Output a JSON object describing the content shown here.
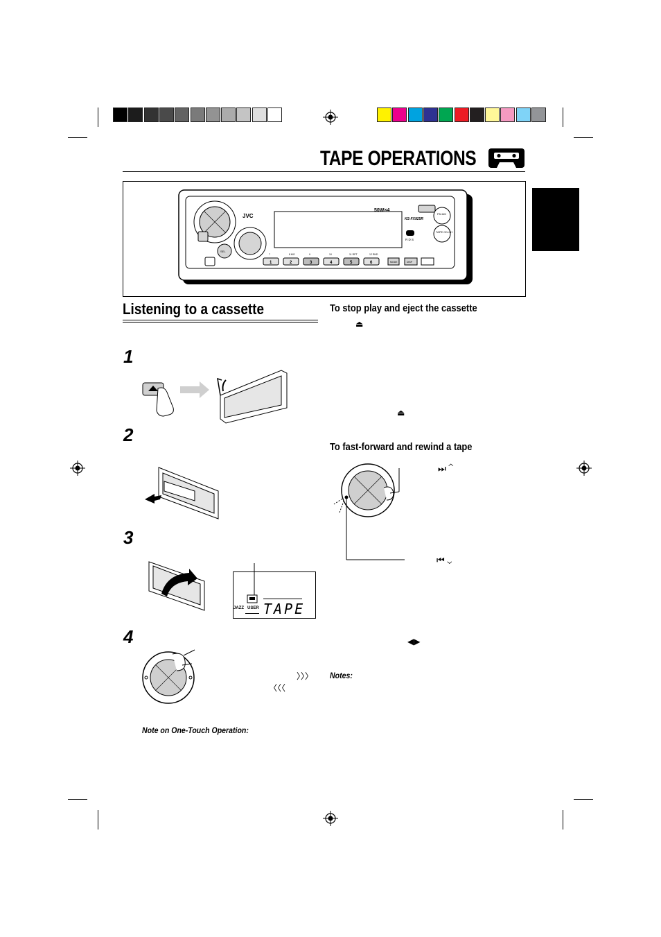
{
  "header": {
    "title": "TAPE OPERATIONS"
  },
  "colors": {
    "gray_swatches": [
      "#000000",
      "#1c1c1c",
      "#333333",
      "#4a4a4a",
      "#636363",
      "#7a7a7a",
      "#939393",
      "#ababab",
      "#c4c4c4",
      "#dedede",
      "#ffffff"
    ],
    "color_swatches": [
      "#fff200",
      "#ec008c",
      "#00a3e0",
      "#2e3192",
      "#00a651",
      "#ed1c24",
      "#231f20",
      "#fff799",
      "#f49ac1",
      "#7fd3f7",
      "#939598"
    ]
  },
  "device": {
    "brand": "JVC",
    "model": "KS-FX925R",
    "power_label": "50W×4",
    "rds_label": "R D S",
    "right_buttons": [
      "FM AM",
      "TAPE CD-CH"
    ],
    "presets": [
      "1",
      "2",
      "3",
      "4",
      "5",
      "6"
    ],
    "preset_captions": [
      "7",
      "8 MO",
      "9",
      "10",
      "11 RPT",
      "12 RND"
    ],
    "extra_buttons": [
      "MODE",
      "DISP"
    ],
    "left_small": [
      "SEL"
    ]
  },
  "section": {
    "heading": "Listening to a cassette",
    "steps": [
      "1",
      "2",
      "3",
      "4"
    ],
    "display_labels": [
      "JAZZ",
      "USER"
    ],
    "display_text": "TAPE",
    "note_label": "Note on One-Touch Operation:"
  },
  "right_col": {
    "stop_eject_heading": "To stop play and eject the cassette",
    "eject_symbol": "⏏",
    "eject_symbol_2": "⏏",
    "ff_rew_heading": "To fast-forward and rewind a tape",
    "ff_symbol": "⏭ ⌃",
    "rew_symbol": "⏮ ⌄",
    "dir_symbol": "◀▶",
    "notes_label": "Notes:"
  },
  "step4_arrows": {
    "forward": "〉〉〉",
    "reverse": "〈〈〈"
  }
}
